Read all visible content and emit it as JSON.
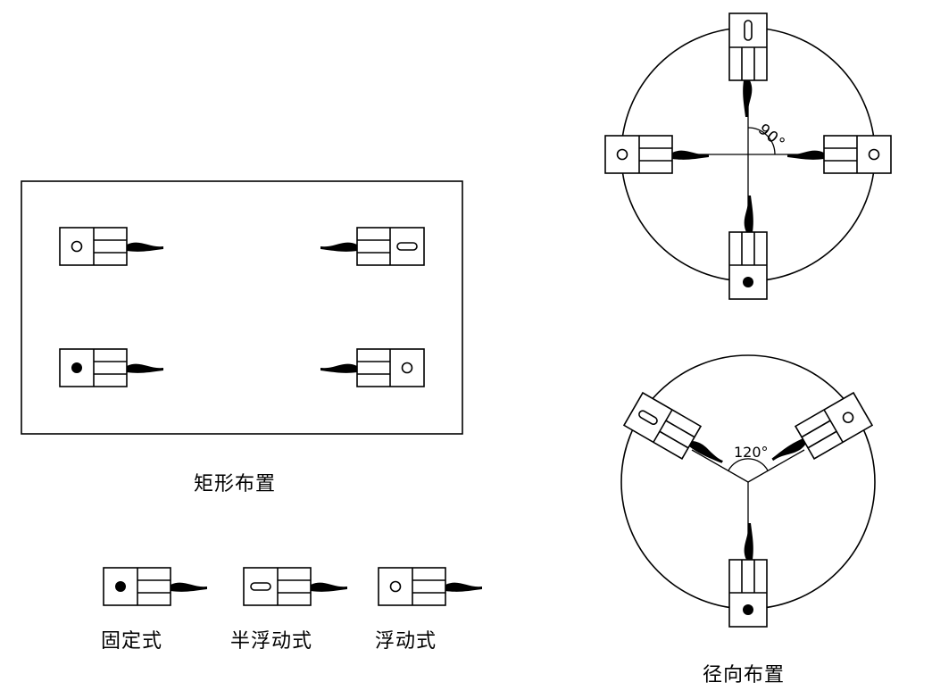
{
  "rect_layout": {
    "caption": "矩形布置"
  },
  "radial_layout": {
    "caption": "径向布置",
    "angle_four": "90°",
    "angle_three": "120°"
  },
  "legend": {
    "fixed": "固定式",
    "semi_floating": "半浮动式",
    "floating": "浮动式"
  }
}
